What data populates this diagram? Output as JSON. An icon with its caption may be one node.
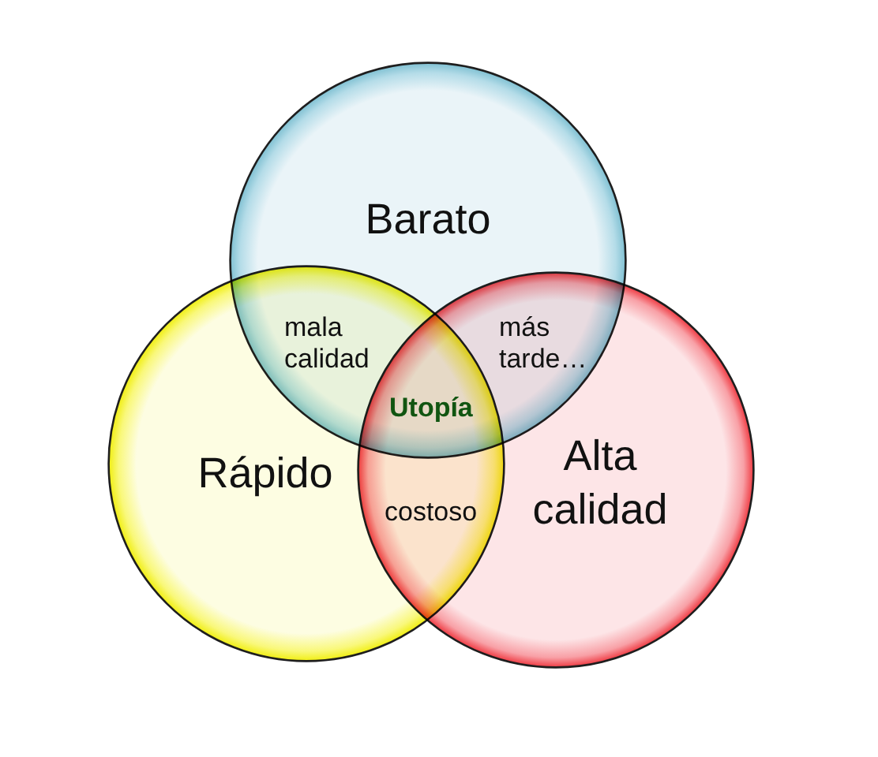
{
  "diagram": {
    "nodes": [
      {
        "text": [
          "Barato"
        ]
      },
      {
        "text": [
          "Rápido"
        ]
      },
      {
        "text": [
          "Alta calidad"
        ]
      }
    ],
    "labels": [
      "mala calidad",
      "más tarde…",
      "Utopía",
      "costoso"
    ]
  }
}
